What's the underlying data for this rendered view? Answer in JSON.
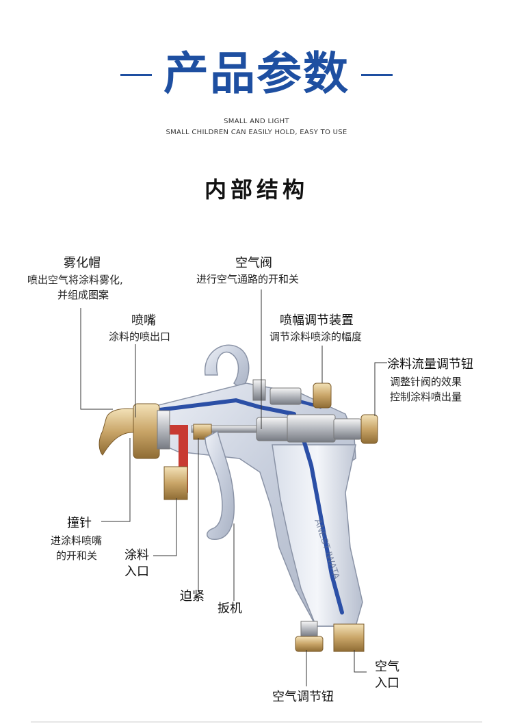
{
  "header": {
    "title": "产品参数",
    "subtitle_line1": "SMALL AND LIGHT",
    "subtitle_line2": "SMALL CHILDREN CAN EASILY HOLD, EASY TO USE",
    "accent_color": "#1e4fa1"
  },
  "section": {
    "title": "内部结构"
  },
  "diagram": {
    "brand_text": "ANEST IWATA",
    "labels": {
      "atomizer_cap": {
        "name": "雾化帽",
        "desc1": "喷出空气将涂料雾化,",
        "desc2": "并组成图案"
      },
      "nozzle": {
        "name": "喷嘴",
        "desc1": "涂料的喷出口"
      },
      "air_valve": {
        "name": "空气阀",
        "desc1": "进行空气通路的开和关"
      },
      "spray_width": {
        "name": "喷幅调节装置",
        "desc1": "调节涂料喷涂的幅度"
      },
      "flow_knob": {
        "name": "涂料流量调节钮",
        "desc1": "调整针阀的效果",
        "desc2": "控制涂料喷出量"
      },
      "needle": {
        "name": "撞针",
        "desc1": "进涂料喷嘴",
        "desc2": "的开和关"
      },
      "paint_inlet": {
        "line1": "涂料",
        "line2": "入口"
      },
      "tighten": {
        "name": "迫紧"
      },
      "trigger": {
        "name": "扳机"
      },
      "air_inlet": {
        "line1": "空气",
        "line2": "入口"
      },
      "air_knob": {
        "name": "空气调节钮"
      }
    }
  }
}
